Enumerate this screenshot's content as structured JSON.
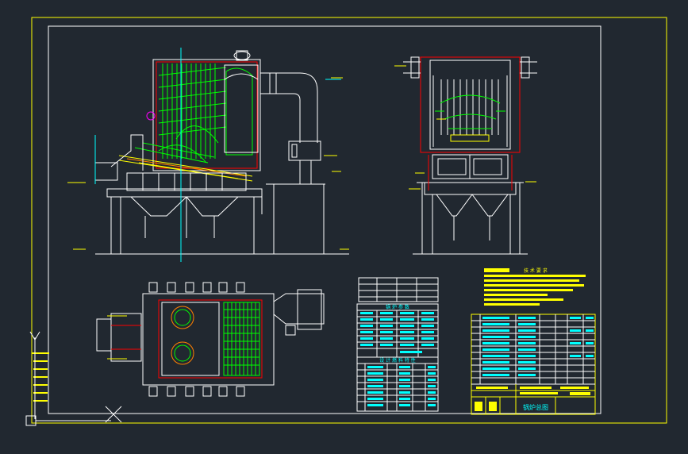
{
  "drawing": {
    "notes_title": "技 术 要 求",
    "params_title": "锅 炉 参 数",
    "fuel_table_title": "设 计 燃 料 特 性",
    "title_block_name": "锅炉总图",
    "title_block_company": "",
    "title_block_number": "",
    "colors": {
      "background": "#212830",
      "frame": "#ffff00",
      "white": "#ffffff",
      "green": "#00ff00",
      "red": "#ff0000",
      "cyan": "#00ffff",
      "yellow": "#ffff00",
      "orange": "#ff8000",
      "magenta": "#ff00ff"
    },
    "icons": {
      "ucs": "ucs-axis-icon",
      "crosshair": "cursor-crosshair-icon"
    }
  }
}
